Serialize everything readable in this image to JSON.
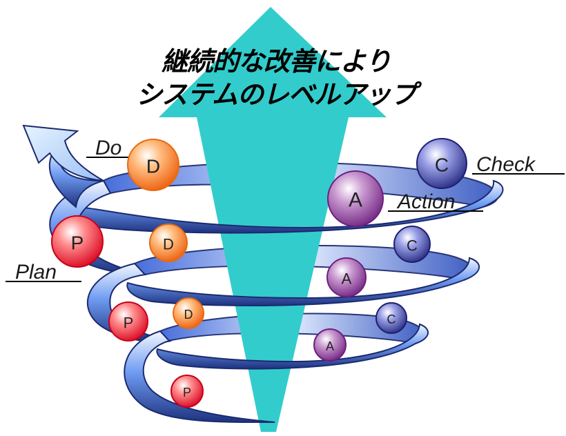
{
  "title": {
    "line1": "継続的な改善により",
    "line2": "システムのレベルアップ"
  },
  "labels": {
    "do": "Do",
    "check": "Check",
    "action": "Action",
    "plan": "Plan"
  },
  "circles": {
    "top": {
      "p": "P",
      "d": "D",
      "c": "C",
      "a": "A"
    },
    "middle": {
      "p": "P",
      "d": "D",
      "c": "C",
      "a": "A"
    },
    "bottom": {
      "p": "P",
      "d": "D",
      "c": "C",
      "a": "A"
    }
  },
  "colors": {
    "arrow": "#33cccc",
    "ribbon_light": "#eaf3ff",
    "ribbon_mid": "#5f8ff0",
    "ribbon_dark": "#223a88",
    "plan": "#e8102a",
    "do": "#f06a10",
    "check": "#2a2d8f",
    "action": "#7a2a86"
  }
}
